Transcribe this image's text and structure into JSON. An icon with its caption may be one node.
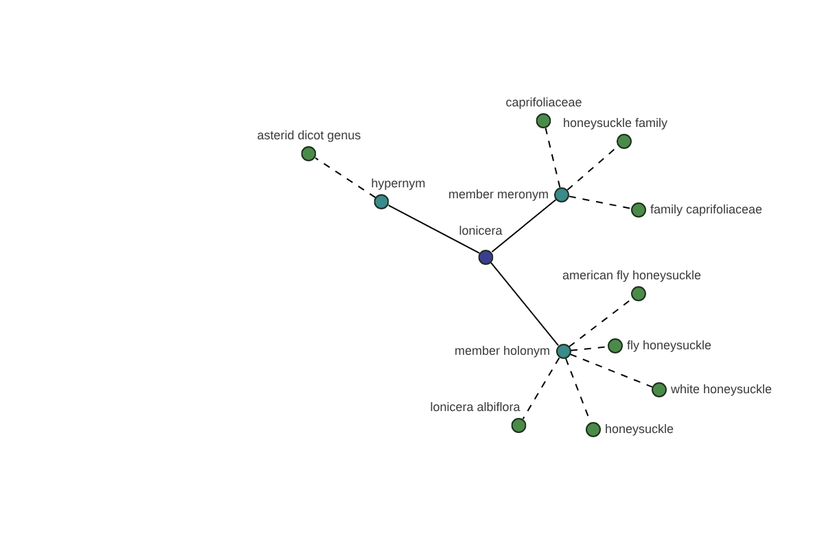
{
  "diagram": {
    "nodes": [
      {
        "text": [
          "lonicera"
        ]
      },
      {
        "text": [
          "hypernym"
        ]
      },
      {
        "text": [
          "asterid dicot genus"
        ]
      },
      {
        "text": [
          "member meronym"
        ]
      },
      {
        "text": [
          "caprifoliaceae"
        ]
      },
      {
        "text": [
          "honeysuckle family"
        ]
      },
      {
        "text": [
          "family caprifoliaceae"
        ]
      },
      {
        "text": [
          "member holonym"
        ]
      },
      {
        "text": [
          "american fly honeysuckle"
        ]
      },
      {
        "text": [
          "fly honeysuckle"
        ]
      },
      {
        "text": [
          "white honeysuckle"
        ]
      },
      {
        "text": [
          "lonicera albiflora"
        ]
      },
      {
        "text": [
          "honeysuckle"
        ]
      }
    ],
    "edges": [
      {
        "from": 0,
        "to": 1,
        "arrow": "none"
      },
      {
        "from": 1,
        "to": 2,
        "arrow": "none",
        "style": "dashed"
      },
      {
        "from": 0,
        "to": 3,
        "arrow": "none"
      },
      {
        "from": 3,
        "to": 4,
        "arrow": "none",
        "style": "dashed"
      },
      {
        "from": 3,
        "to": 5,
        "arrow": "none",
        "style": "dashed"
      },
      {
        "from": 3,
        "to": 6,
        "arrow": "none",
        "style": "dashed"
      },
      {
        "from": 0,
        "to": 7,
        "arrow": "none"
      },
      {
        "from": 7,
        "to": 8,
        "arrow": "none",
        "style": "dashed"
      },
      {
        "from": 7,
        "to": 9,
        "arrow": "none",
        "style": "dashed"
      },
      {
        "from": 7,
        "to": 10,
        "arrow": "none",
        "style": "dashed"
      },
      {
        "from": 7,
        "to": 11,
        "arrow": "none",
        "style": "dashed"
      },
      {
        "from": 7,
        "to": 12,
        "arrow": "none",
        "style": "dashed"
      }
    ]
  }
}
